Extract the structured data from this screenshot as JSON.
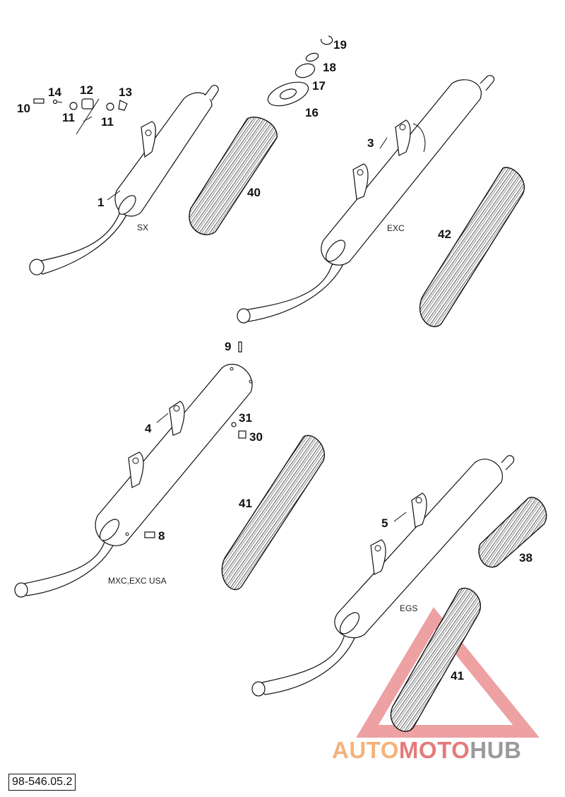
{
  "parts": {
    "p1": "1",
    "p3": "3",
    "p4": "4",
    "p5": "5",
    "p8": "8",
    "p9": "9",
    "p10": "10",
    "p11a": "11",
    "p11b": "11",
    "p12": "12",
    "p13": "13",
    "p14": "14",
    "p16": "16",
    "p17": "17",
    "p18": "18",
    "p19": "19",
    "p30": "30",
    "p31": "31",
    "p38": "38",
    "p40": "40",
    "p41a": "41",
    "p41b": "41",
    "p42": "42"
  },
  "variants": {
    "sx": "SX",
    "exc": "EXC",
    "mxc": "MXC,EXC USA",
    "egs": "EGS"
  },
  "drawing_code": "98-546.05.2",
  "watermark": {
    "part_a": "AUTO",
    "part_b": "MOTO",
    "part_c": "HUB",
    "colors": {
      "a": "#f4b27a",
      "b": "#e47a7a",
      "c": "#9a9a9a",
      "triangle": "#e8898c"
    }
  }
}
